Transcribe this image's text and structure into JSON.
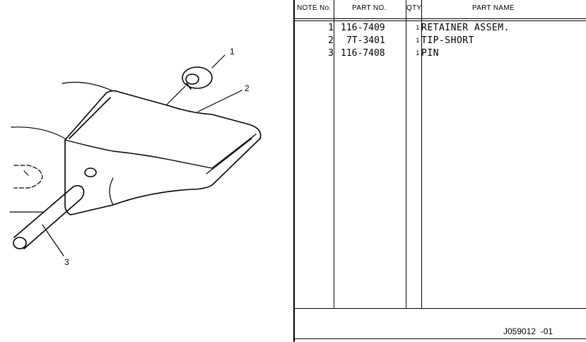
{
  "callouts": [
    "1",
    "2",
    "3"
  ],
  "table": {
    "headers": {
      "note": "NOTE No.",
      "part_no": "PART NO.",
      "qty": "QTY.",
      "part_name": "PART NAME"
    },
    "rows": [
      {
        "note": "1",
        "part_no": "116-7409",
        "qty": "1",
        "part_name": "RETAINER ASSEM."
      },
      {
        "note": "2",
        "part_no": "7T-3401",
        "qty": "1",
        "part_name": "TIP-SHORT"
      },
      {
        "note": "3",
        "part_no": "116-7408",
        "qty": "1",
        "part_name": "PIN"
      }
    ]
  },
  "drawing_number": "J059012  -01"
}
